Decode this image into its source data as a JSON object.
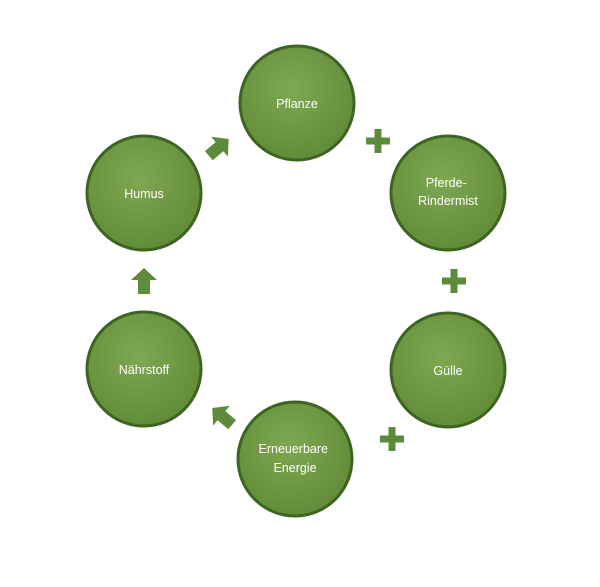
{
  "diagram": {
    "nodes": [
      {
        "id": "pflanze",
        "lines": [
          "Pflanze"
        ]
      },
      {
        "id": "pferde-rindermist",
        "lines": [
          "Pferde-",
          "Rindermist"
        ]
      },
      {
        "id": "guelle",
        "lines": [
          "Gülle"
        ]
      },
      {
        "id": "erneuerbare-energie",
        "lines": [
          "Erneuerbare",
          "Energie"
        ]
      },
      {
        "id": "naehrstoff",
        "lines": [
          "Nährstoff"
        ]
      },
      {
        "id": "humus",
        "lines": [
          "Humus"
        ]
      }
    ],
    "connectors": [
      {
        "from": "pflanze",
        "to": "pferde-rindermist",
        "icon": "plus-icon"
      },
      {
        "from": "pferde-rindermist",
        "to": "guelle",
        "icon": "plus-icon"
      },
      {
        "from": "guelle",
        "to": "erneuerbare-energie",
        "icon": "plus-icon"
      },
      {
        "from": "erneuerbare-energie",
        "to": "naehrstoff",
        "icon": "arrow-icon"
      },
      {
        "from": "naehrstoff",
        "to": "humus",
        "icon": "arrow-icon"
      },
      {
        "from": "humus",
        "to": "pflanze",
        "icon": "arrow-icon"
      }
    ]
  },
  "colors": {
    "node_fill": "#6a9340",
    "node_highlight": "#7ea851",
    "node_border": "#3d6420",
    "connector": "#5e8b3b",
    "text": "#ffffff"
  }
}
